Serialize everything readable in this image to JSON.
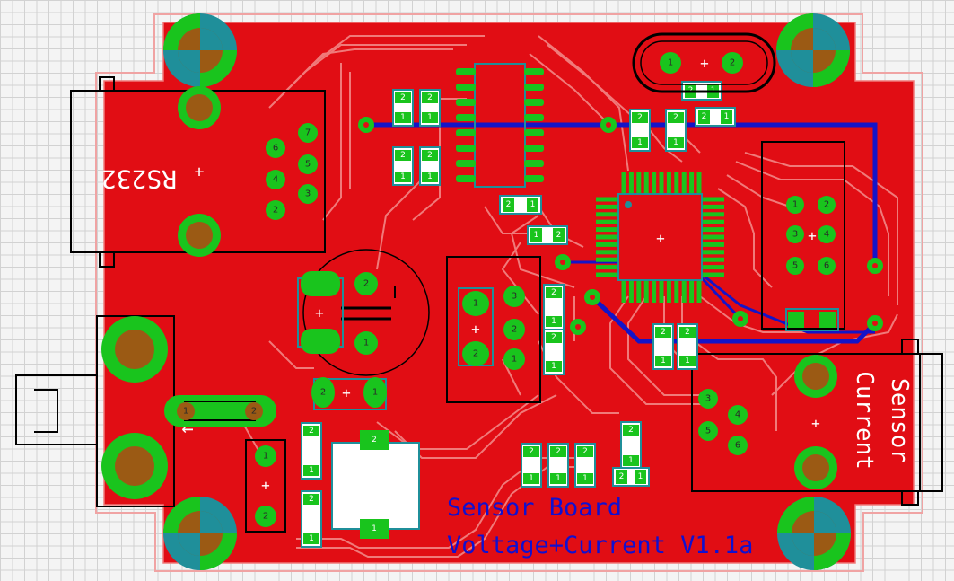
{
  "board": {
    "title_line1": "Sensor Board",
    "title_line2": "Voltage+Current V1.1a"
  },
  "connectors": {
    "rs232_label": "RS232",
    "sensor_label": "Sensor",
    "current_label": "Current",
    "rs232_pins": [
      "6",
      "7",
      "5",
      "4",
      "3",
      "2"
    ],
    "sensor_pins": [
      "3",
      "4",
      "5",
      "6"
    ]
  },
  "pin_labels": {
    "one": "1",
    "two": "2",
    "three": "3",
    "four": "4",
    "five": "5",
    "six": "6"
  },
  "marks": {
    "plus": "+",
    "polarity": "↑"
  },
  "colors": {
    "copper": "#e10d14",
    "copper_trace": "#f07a7a",
    "pad": "#19c41d",
    "silk": "#000000",
    "overlay": "#1f8f9a",
    "bottom_trace": "#1414c8",
    "outline": "#f0a3a3"
  }
}
